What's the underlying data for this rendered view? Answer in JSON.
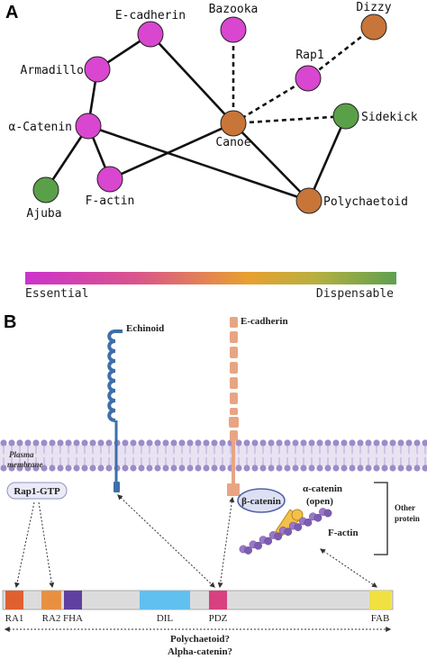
{
  "panel_a": {
    "label": "A",
    "nodes": [
      {
        "id": "ecadherin",
        "label": "E-cadherin",
        "status": "essential"
      },
      {
        "id": "bazooka",
        "label": "Bazooka",
        "status": "essential"
      },
      {
        "id": "dizzy",
        "label": "Dizzy",
        "status": "intermediate"
      },
      {
        "id": "armadillo",
        "label": "Armadillo",
        "status": "essential"
      },
      {
        "id": "rap1",
        "label": "Rap1",
        "status": "essential"
      },
      {
        "id": "acatenin",
        "label": "α-Catenin",
        "status": "essential"
      },
      {
        "id": "canoe",
        "label": "Canoe",
        "status": "intermediate"
      },
      {
        "id": "sidekick",
        "label": "Sidekick",
        "status": "dispensable"
      },
      {
        "id": "factin",
        "label": "F-actin",
        "status": "essential"
      },
      {
        "id": "ajuba",
        "label": "Ajuba",
        "status": "dispensable"
      },
      {
        "id": "polychaetoid",
        "label": "Polychaetoid",
        "status": "intermediate"
      }
    ],
    "edges": [
      {
        "from": "ecadherin",
        "to": "armadillo",
        "style": "solid"
      },
      {
        "from": "ecadherin",
        "to": "canoe",
        "style": "solid"
      },
      {
        "from": "armadillo",
        "to": "acatenin",
        "style": "solid"
      },
      {
        "from": "acatenin",
        "to": "factin",
        "style": "solid"
      },
      {
        "from": "acatenin",
        "to": "ajuba",
        "style": "solid"
      },
      {
        "from": "acatenin",
        "to": "polychaetoid",
        "style": "solid"
      },
      {
        "from": "factin",
        "to": "canoe",
        "style": "solid"
      },
      {
        "from": "canoe",
        "to": "polychaetoid",
        "style": "solid"
      },
      {
        "from": "polychaetoid",
        "to": "sidekick",
        "style": "solid"
      },
      {
        "from": "bazooka",
        "to": "canoe",
        "style": "dashed"
      },
      {
        "from": "rap1",
        "to": "canoe",
        "style": "dashed"
      },
      {
        "from": "dizzy",
        "to": "rap1",
        "style": "dashed"
      },
      {
        "from": "canoe",
        "to": "sidekick",
        "style": "dashed"
      }
    ],
    "colors": {
      "essential": "#d946d0",
      "intermediate": "#c8753a",
      "dispensable": "#5aa048"
    },
    "scale": {
      "left_label": "Essential",
      "right_label": "Dispensable",
      "gradient": [
        "#cc33cc",
        "#d9558c",
        "#e8a030",
        "#b8b040",
        "#5fa050"
      ]
    }
  },
  "panel_b": {
    "label": "B",
    "echinoid_label": "Echinoid",
    "ecadherin_label": "E-cadherin",
    "membrane_label_1": "Plasma",
    "membrane_label_2": "membrane",
    "rap1gtp_label": "Rap1-GTP",
    "bcatenin_label": "β-catenin",
    "acatenin_label_1": "α-catenin",
    "acatenin_label_2": "(open)",
    "factin_label": "F-actin",
    "other_protein_1": "Other",
    "other_protein_2": "protein",
    "domains": [
      {
        "name": "RA1",
        "color": "#e06030"
      },
      {
        "name": "RA2",
        "color": "#e89040"
      },
      {
        "name": "FHA",
        "color": "#6040a0"
      },
      {
        "name": "DIL",
        "color": "#60c0f0"
      },
      {
        "name": "PDZ",
        "color": "#d84080"
      },
      {
        "name": "FAB",
        "color": "#f0e040"
      }
    ],
    "bottom_label_1": "Polychaetoid?",
    "bottom_label_2": "Alpha-catenin?"
  }
}
